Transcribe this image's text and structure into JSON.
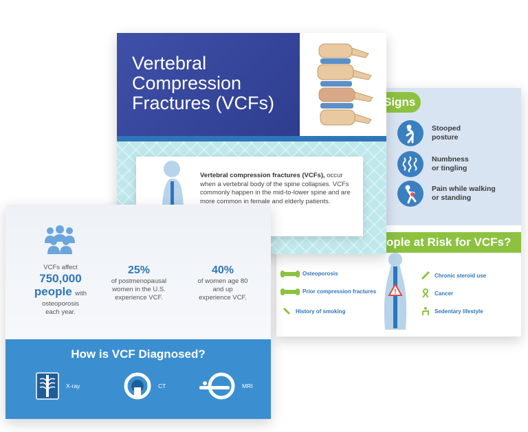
{
  "header": {
    "title_line1": "Vertebral",
    "title_line2": "Compression",
    "title_line3": "Fractures (VCFs)"
  },
  "definition": {
    "bold": "Vertebral compression fractures (VCFs),",
    "text": "occur when a vertebral body of the spine collapses. VCFs commonly happen in the mid-to-lower spine and are more common in female and elderly patients."
  },
  "signs": {
    "heading": "Signs",
    "items": [
      {
        "line1": "Stooped",
        "line2": "posture",
        "icon": "stooped-posture-icon"
      },
      {
        "line1": "Numbness",
        "line2": "or tingling",
        "icon": "numbness-icon"
      },
      {
        "line1": "Pain while walking",
        "line2": "or standing",
        "icon": "pain-icon"
      }
    ]
  },
  "risk": {
    "heading": "ople at Risk for VCFs?",
    "left_items": [
      "Osteoporosis",
      "Prior compression fractures",
      "History of smoking"
    ],
    "right_items": [
      "Chronic steroid use",
      "Cancer",
      "Sedentary lifestyle"
    ]
  },
  "stats": {
    "affect_prefix": "VCFs affect",
    "affect_number": "750,000",
    "affect_people": "people",
    "affect_with": "with",
    "affect_line3": "osteoporosis",
    "affect_line4": "each year.",
    "stat2_value": "25%",
    "stat2_line1": "of postmenopausal",
    "stat2_line2": "women in the U.S.",
    "stat2_line3": "experience VCF.",
    "stat3_value": "40%",
    "stat3_line1": "of women age 80",
    "stat3_line2": "and up",
    "stat3_line3": "experience VCF."
  },
  "diagnosis": {
    "title": "How is VCF Diagnosed?",
    "items": [
      {
        "label": "X-ray",
        "icon": "xray-icon"
      },
      {
        "label": "CT",
        "icon": "ct-scanner-icon"
      },
      {
        "label": "MRI",
        "icon": "mri-icon"
      }
    ]
  },
  "colors": {
    "brand_blue": "#2f76b9",
    "header_blue": "#3f50a8",
    "accent_green": "#8cc240",
    "diagnosis_blue": "#3b8fd1"
  }
}
